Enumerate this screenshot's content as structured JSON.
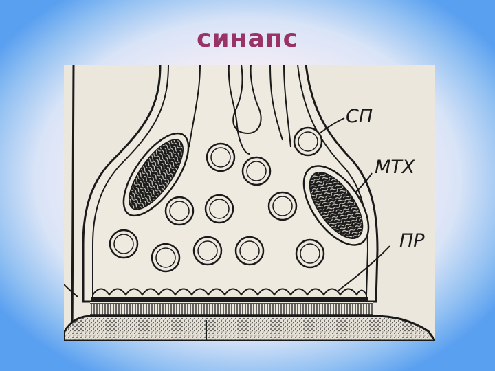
{
  "slide": {
    "title": "синапс"
  },
  "diagram": {
    "labels": {
      "sp": "СП",
      "mtx": "МТХ",
      "pr": "ПР"
    }
  },
  "colors": {
    "title": "#993366",
    "background_edge": "#5aa0f0",
    "background_center": "#f7eef6",
    "figure_paper": "#ece7dd",
    "ink": "#1a1a1a"
  }
}
